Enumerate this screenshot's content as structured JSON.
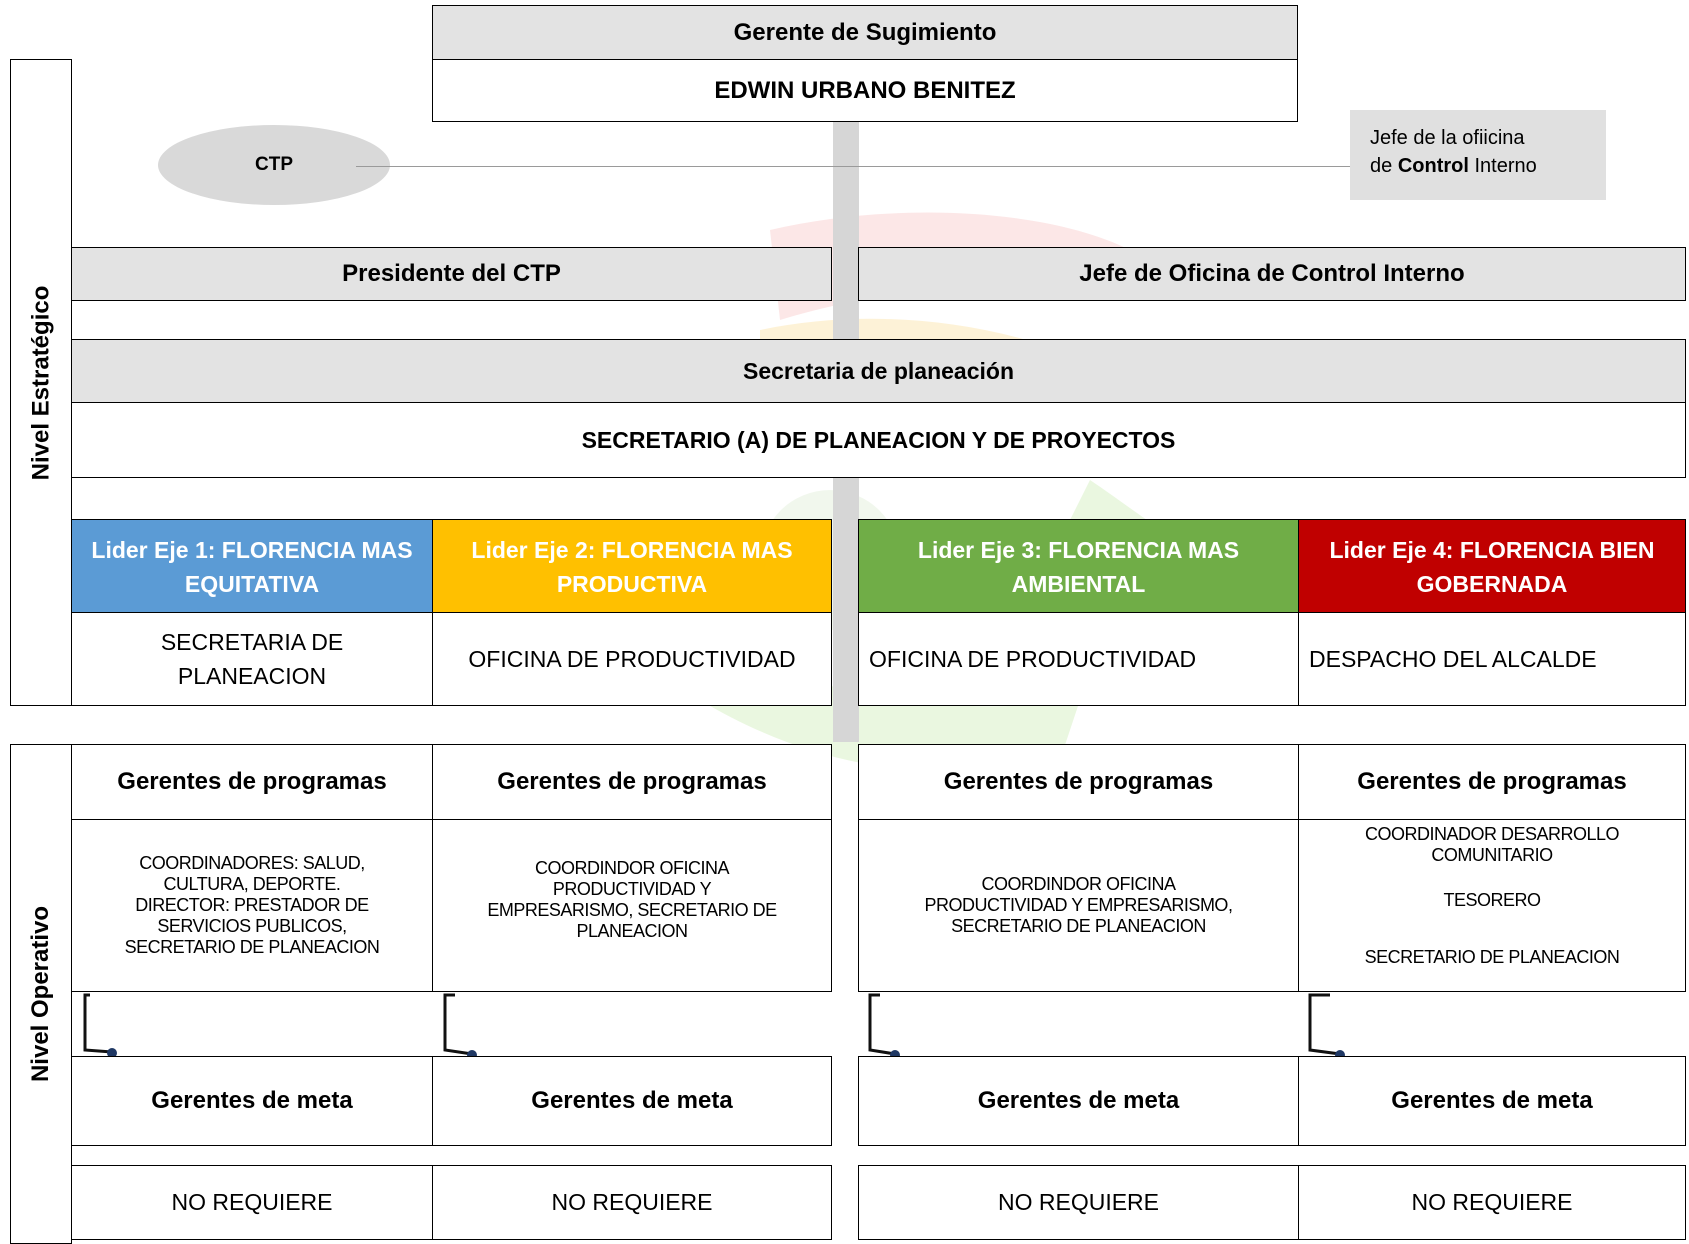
{
  "top": {
    "title": "Gerente de Sugimiento",
    "name": "EDWIN URBANO BENITEZ"
  },
  "ctp_bubble": {
    "label": "CTP"
  },
  "note": {
    "line1": "Jefe de la ofiicina",
    "line2_bold": "Control",
    "line2_pre": "de ",
    "line2_post": " Interno"
  },
  "row_heads": {
    "left": "Presidente del CTP",
    "right": "Jefe de Oficina de Control Interno"
  },
  "planeacion": {
    "title": "Secretaria de planeación",
    "name": "SECRETARIO (A) DE PLANEACION Y DE PROYECTOS"
  },
  "side_labels": {
    "estrategico": "Nivel Estratégico",
    "operativo": "Nivel Operativo"
  },
  "ejes": [
    {
      "line1": "Lider Eje 1: FLORENCIA MAS",
      "line2": "EQUITATIVA",
      "color": "#5b9bd5"
    },
    {
      "line1": "Lider Eje 2: FLORENCIA MAS",
      "line2": "PRODUCTIVA",
      "color": "#ffc000"
    },
    {
      "line1": "Lider Eje 3: FLORENCIA MAS",
      "line2": "AMBIENTAL",
      "color": "#70ad47"
    },
    {
      "line1": "Lider Eje 4: FLORENCIA BIEN",
      "line2": "GOBERNADA",
      "color": "#c00000"
    }
  ],
  "dependencias": [
    {
      "line1": "SECRETARIA DE",
      "line2": "PLANEACION"
    },
    {
      "line1": "OFICINA DE PRODUCTIVIDAD",
      "line2": ""
    },
    {
      "line1": "OFICINA DE PRODUCTIVIDAD",
      "line2": ""
    },
    {
      "line1": "DESPACHO DEL ALCALDE",
      "line2": ""
    }
  ],
  "gerentes_programas": {
    "label": "Gerentes de programas",
    "details": [
      [
        "COORDINADORES: SALUD,",
        "CULTURA, DEPORTE.",
        "DIRECTOR: PRESTADOR DE",
        "SERVICIOS PUBLICOS,",
        "SECRETARIO DE PLANEACION"
      ],
      [
        "COORDINDOR OFICINA",
        "PRODUCTIVIDAD Y",
        "EMPRESARISMO, SECRETARIO DE",
        "PLANEACION"
      ],
      [
        "COORDINDOR OFICINA",
        "PRODUCTIVIDAD Y EMPRESARISMO,",
        "SECRETARIO DE PLANEACION"
      ],
      [
        "COORDINADOR DESARROLLO",
        "COMUNITARIO",
        "",
        "TESORERO",
        "",
        "SECRETARIO DE PLANEACION"
      ]
    ]
  },
  "gerentes_meta": {
    "label": "Gerentes de meta",
    "values": [
      "NO REQUIERE",
      "NO REQUIERE",
      "NO REQUIERE",
      "NO REQUIERE"
    ]
  },
  "colors": {
    "gray": "#e3e3e3",
    "connector": "#cfcfcf"
  }
}
